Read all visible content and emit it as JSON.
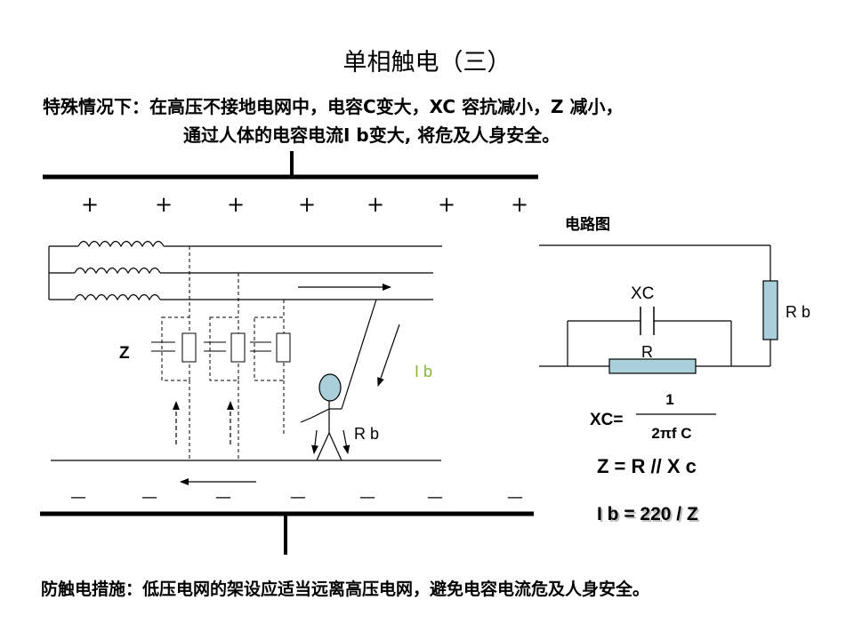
{
  "title": "单相触电（三）",
  "intro": {
    "line1": "特殊情况下：在高压不接地电网中，电容C变大，XC 容抗减小，Z 减小，",
    "line2": "通过人体的电容电流I b变大, 将危及人身安全。"
  },
  "diagram": {
    "plus_sign": "+",
    "minus_sign": "—",
    "z_label": "Z",
    "ib_label": "I b",
    "rb_label": "R b"
  },
  "circuit": {
    "title": "电路图",
    "xc_label": "XC",
    "r_label": "R",
    "rb_label": "R b"
  },
  "formulas": {
    "xc_left": "XC=",
    "xc_num": "1",
    "xc_den": "2πf C",
    "z_formula": "Z = R // X c",
    "ib_formula": "I b  = 220 / Z"
  },
  "colors": {
    "ib_label": "#8ab43c",
    "person_head": "#a9cfdb",
    "resistor_fill": "#a9cfdb",
    "formula_shadow": "#bfbfbf"
  },
  "measure": "防触电措施：低压电网的架设应适当远离高压电网，避免电容电流危及人身安全。"
}
